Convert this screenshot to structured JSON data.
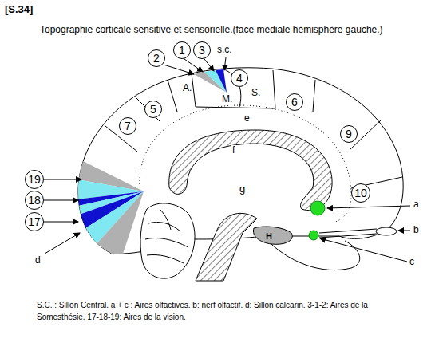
{
  "diagram": {
    "title": "Topographie corticale sensitive et sensorielle.(face médiale hémisphère gauche.)",
    "caption": "S.C. : Sillon Central. a + c : Aires olfactives. b: nerf olfactif. d: Sillon calcarin. 3-1-2: Aires de la Somesthésie. 17-18-19: Aires de la vision.",
    "nodes": [
      {
        "text": [
          "2"
        ]
      },
      {
        "text": [
          "1"
        ]
      },
      {
        "text": [
          "3"
        ]
      },
      {
        "text": [
          "4"
        ]
      },
      {
        "text": [
          "5"
        ]
      },
      {
        "text": [
          "6"
        ]
      },
      {
        "text": [
          "7"
        ]
      },
      {
        "text": [
          "9"
        ]
      },
      {
        "text": [
          "10"
        ]
      },
      {
        "text": [
          "19"
        ]
      },
      {
        "text": [
          "18"
        ]
      },
      {
        "text": [
          "17"
        ]
      }
    ],
    "labels": [
      "[S.34]",
      "s.c.",
      "A.",
      "M.",
      "S.",
      "e",
      "f",
      "g",
      "H",
      "a",
      "b",
      "c",
      "d"
    ]
  }
}
